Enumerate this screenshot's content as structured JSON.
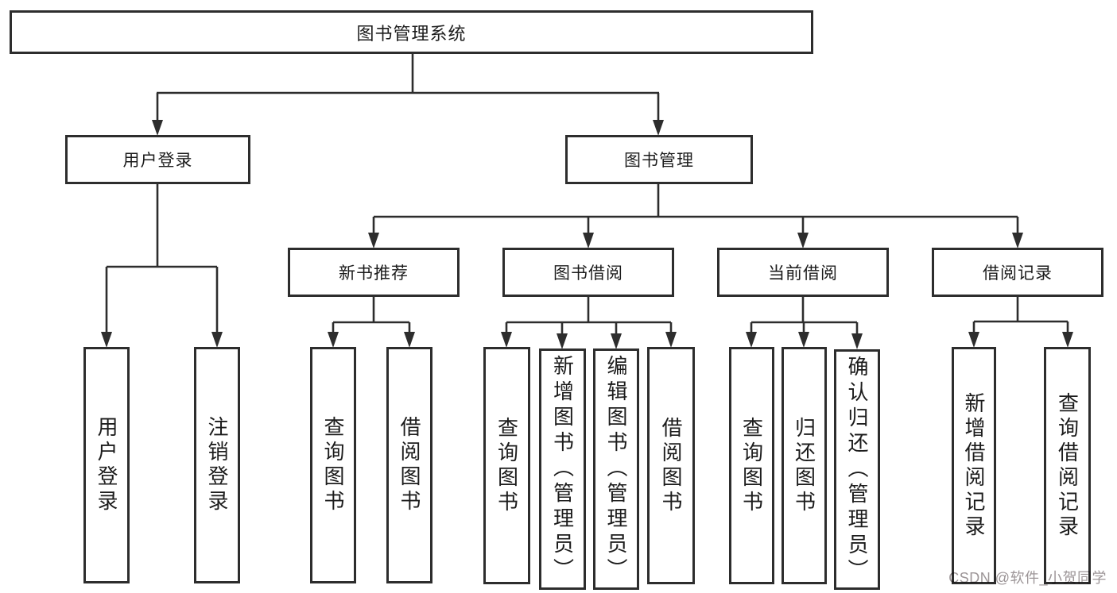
{
  "diagram": {
    "type": "tree",
    "tree": {
      "label": "图书管理系统",
      "children": [
        {
          "label": "用户登录",
          "children": [
            {
              "label": "用户登录"
            },
            {
              "label": "注销登录"
            }
          ]
        },
        {
          "label": "图书管理",
          "children": [
            {
              "label": "新书推荐",
              "children": [
                {
                  "label": "查询图书"
                },
                {
                  "label": "借阅图书"
                }
              ]
            },
            {
              "label": "图书借阅",
              "children": [
                {
                  "label": "查询图书"
                },
                {
                  "label": "新增图书（管理员）"
                },
                {
                  "label": "编辑图书（管理员）"
                },
                {
                  "label": "借阅图书"
                }
              ]
            },
            {
              "label": "当前借阅",
              "children": [
                {
                  "label": "查询图书"
                },
                {
                  "label": "归还图书"
                },
                {
                  "label": "确认归还（管理员）"
                }
              ]
            },
            {
              "label": "借阅记录",
              "children": [
                {
                  "label": "新增借阅记录"
                },
                {
                  "label": "查询借阅记录"
                }
              ]
            }
          ]
        }
      ]
    },
    "watermark": "CSDN @软件_小贺同学",
    "colors": {
      "line": "#2d2d2d",
      "text": "#1c1c1c",
      "watermark": "#9c9597",
      "background": "#ffffff"
    }
  }
}
